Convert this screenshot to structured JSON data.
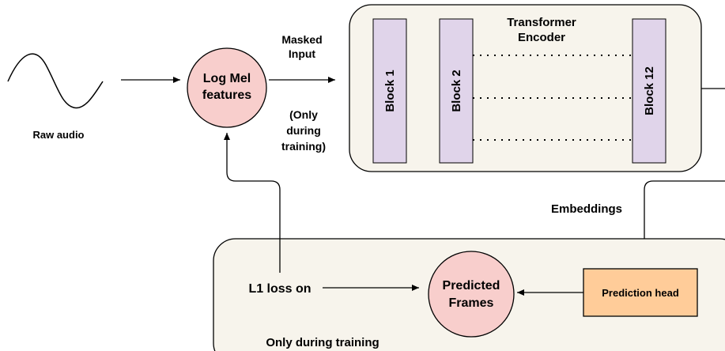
{
  "colors": {
    "panel_fill": "#f7f4ec",
    "block_fill": "#e0d4ea",
    "circle_fill": "#f8cecc",
    "head_fill": "#ffcc99",
    "stroke": "#000000"
  },
  "raw_audio": {
    "label": "Raw audio"
  },
  "log_mel": {
    "line1": "Log Mel",
    "line2": "features"
  },
  "masked_input": {
    "line1": "Masked",
    "line2": "Input"
  },
  "training_note": {
    "line1": "(Only",
    "line2": "during",
    "line3": "training)"
  },
  "encoder": {
    "title_line1": "Transformer",
    "title_line2": "Encoder",
    "blocks": [
      "Block 1",
      "Block 2",
      "Block 12"
    ]
  },
  "embeddings": {
    "label": "Embeddings"
  },
  "training_panel": {
    "caption": "Only during training",
    "loss_label": "L1 loss on",
    "predicted_line1": "Predicted",
    "predicted_line2": "Frames",
    "head_label": "Prediction head"
  }
}
